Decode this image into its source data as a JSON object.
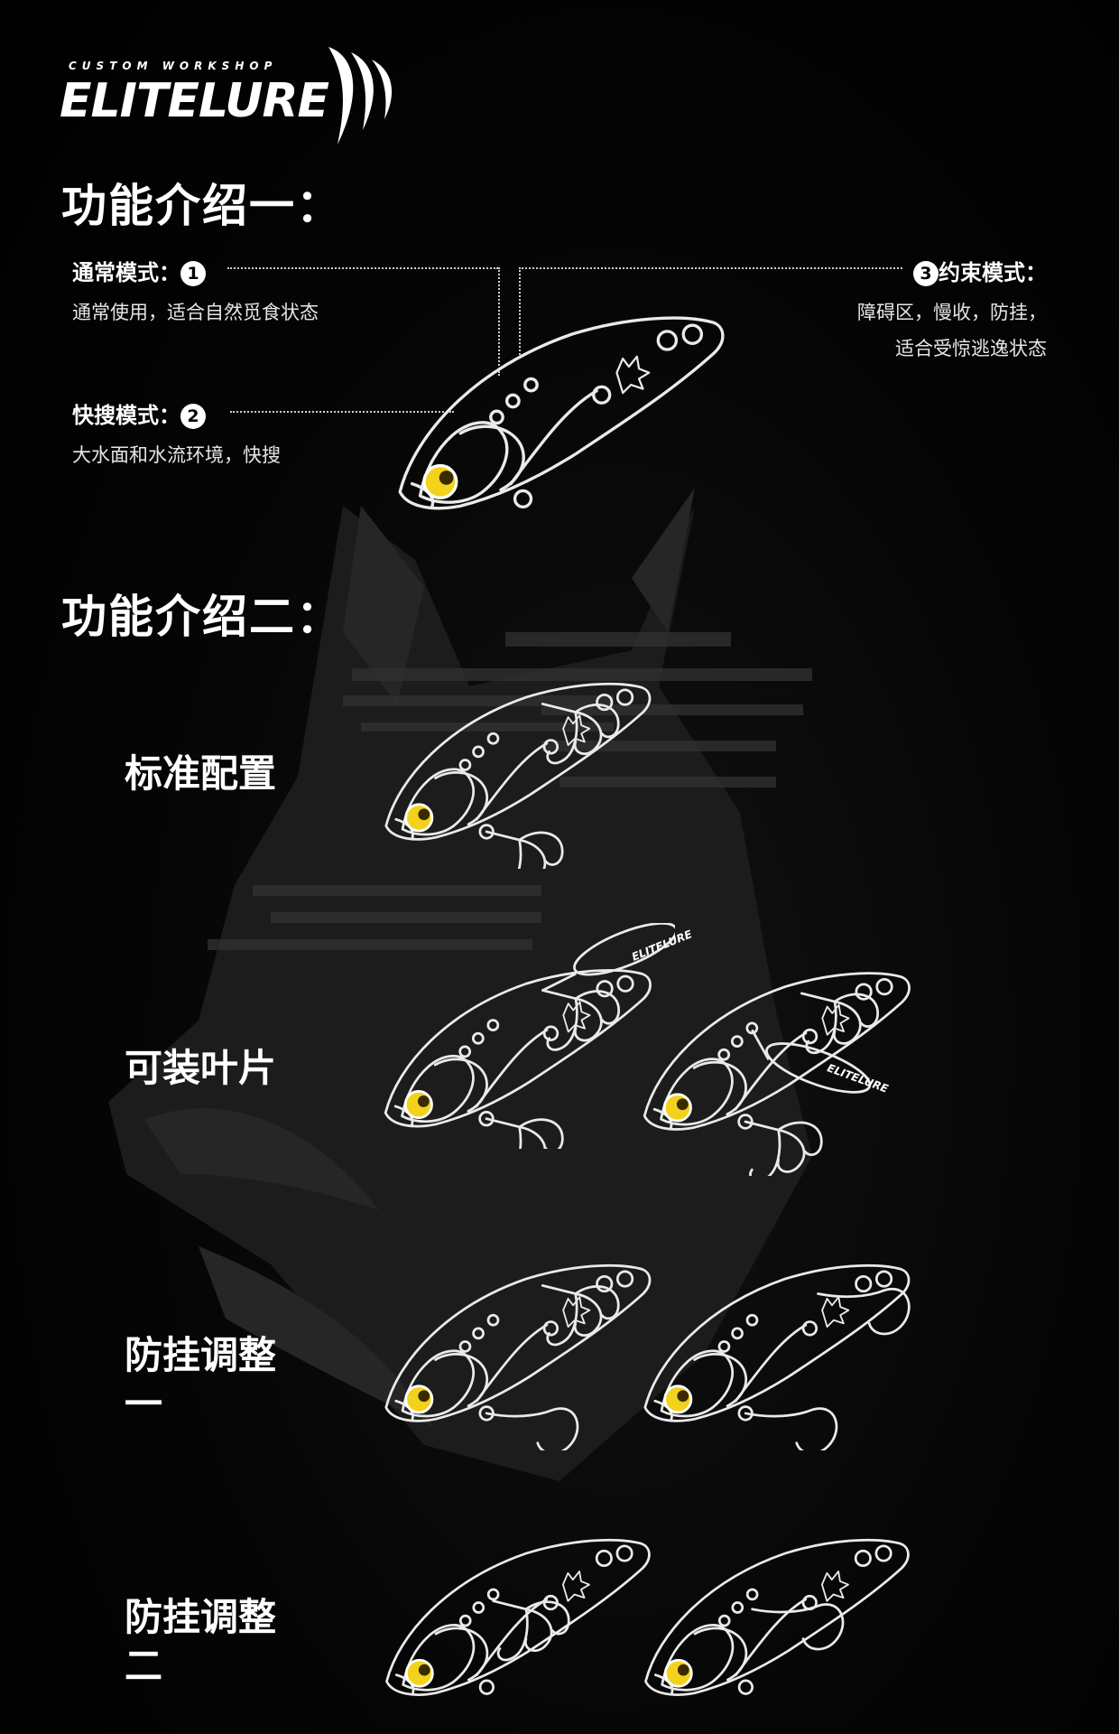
{
  "brand": {
    "tagline": "CUSTOM WORKSHOP",
    "name": "ELITELURE"
  },
  "section1": {
    "title": "功能介绍一：",
    "modes": [
      {
        "number": "1",
        "title": "通常模式：",
        "desc": [
          "通常使用，适合自然觅食状态"
        ]
      },
      {
        "number": "2",
        "title": "快搜模式：",
        "desc": [
          "大水面和水流环境，快搜"
        ]
      },
      {
        "number": "3",
        "title": "约束模式：",
        "desc": [
          "障碍区，慢收，防挂，",
          "适合受惊逃逸状态"
        ]
      }
    ]
  },
  "section2": {
    "title": "功能介绍二：",
    "configs": [
      {
        "label": "标准配置"
      },
      {
        "label": "可装叶片"
      },
      {
        "label": "防挂调整一"
      },
      {
        "label": "防挂调整二"
      }
    ],
    "blade_text": "ELITELURE"
  },
  "colors": {
    "background": "#000000",
    "text": "#ffffff",
    "eye": "#f2d21c",
    "outline": "#eaeaea"
  }
}
